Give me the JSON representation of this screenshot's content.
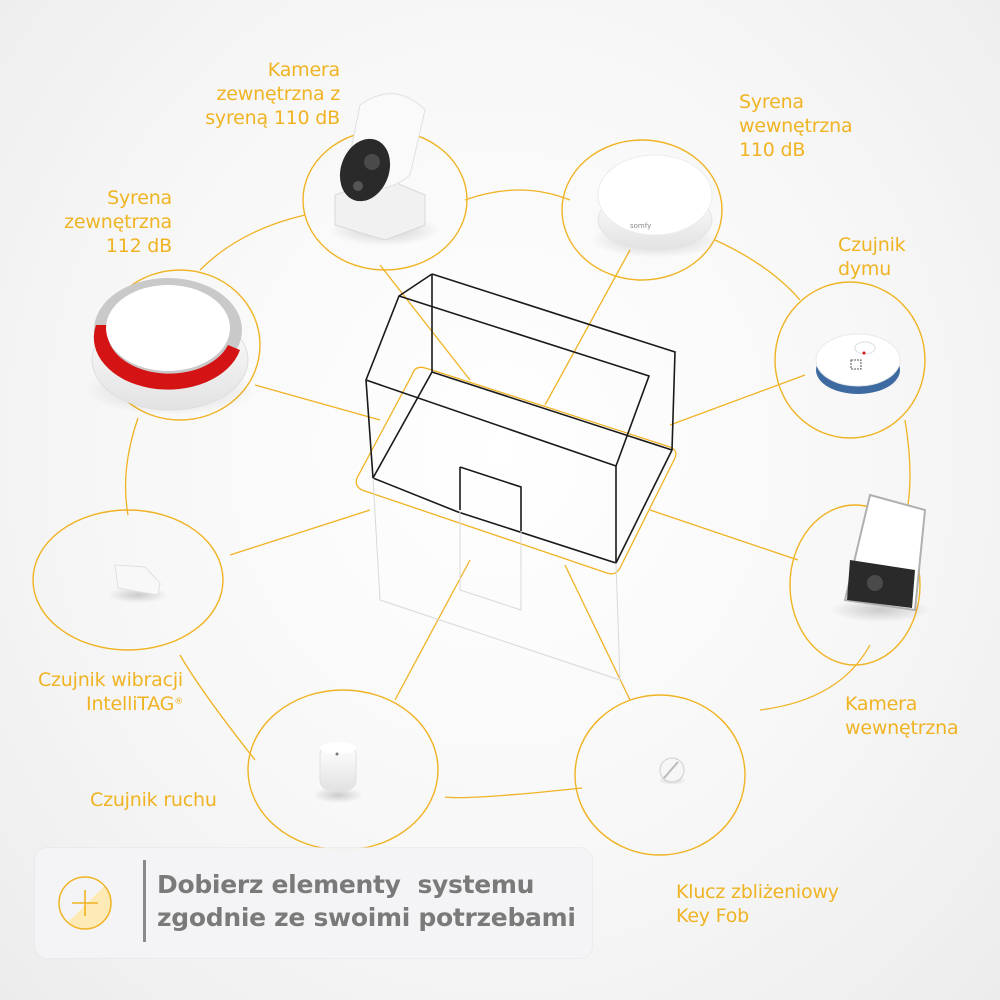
{
  "colors": {
    "accent": "#f0b323",
    "cta_text": "#7a7a7a",
    "cta_bg": "#f4f4f6",
    "siren_red": "#d41414",
    "house_outline": "#1a1a1a"
  },
  "devices": [
    {
      "id": "outdoor-camera",
      "lines": [
        "Kamera",
        "zewnętrzna z",
        "syreną 110 dB"
      ]
    },
    {
      "id": "indoor-siren",
      "lines": [
        "Syrena",
        "wewnętrzna",
        "110 dB"
      ]
    },
    {
      "id": "outdoor-siren",
      "lines": [
        "Syrena",
        "zewnętrzna",
        "112 dB"
      ]
    },
    {
      "id": "smoke-detector",
      "lines": [
        "Czujnik",
        "dymu"
      ]
    },
    {
      "id": "vibration-sensor",
      "lines": [
        "Czujnik wibracji",
        "IntelliTAG"
      ],
      "trademark": "®"
    },
    {
      "id": "indoor-camera",
      "lines": [
        "Kamera",
        "wewnętrzna"
      ]
    },
    {
      "id": "motion-sensor",
      "lines": [
        "Czujnik ruchu"
      ]
    },
    {
      "id": "key-fob",
      "lines": [
        "Klucz zbliżeniowy",
        "Key Fob"
      ]
    }
  ],
  "center": {
    "icon": "house-wireframe-icon"
  },
  "cta": {
    "icon": "plus-circle-icon",
    "lines": [
      "Dobierz elementy  systemu",
      "zgodnie ze swoimi potrzebami"
    ]
  }
}
